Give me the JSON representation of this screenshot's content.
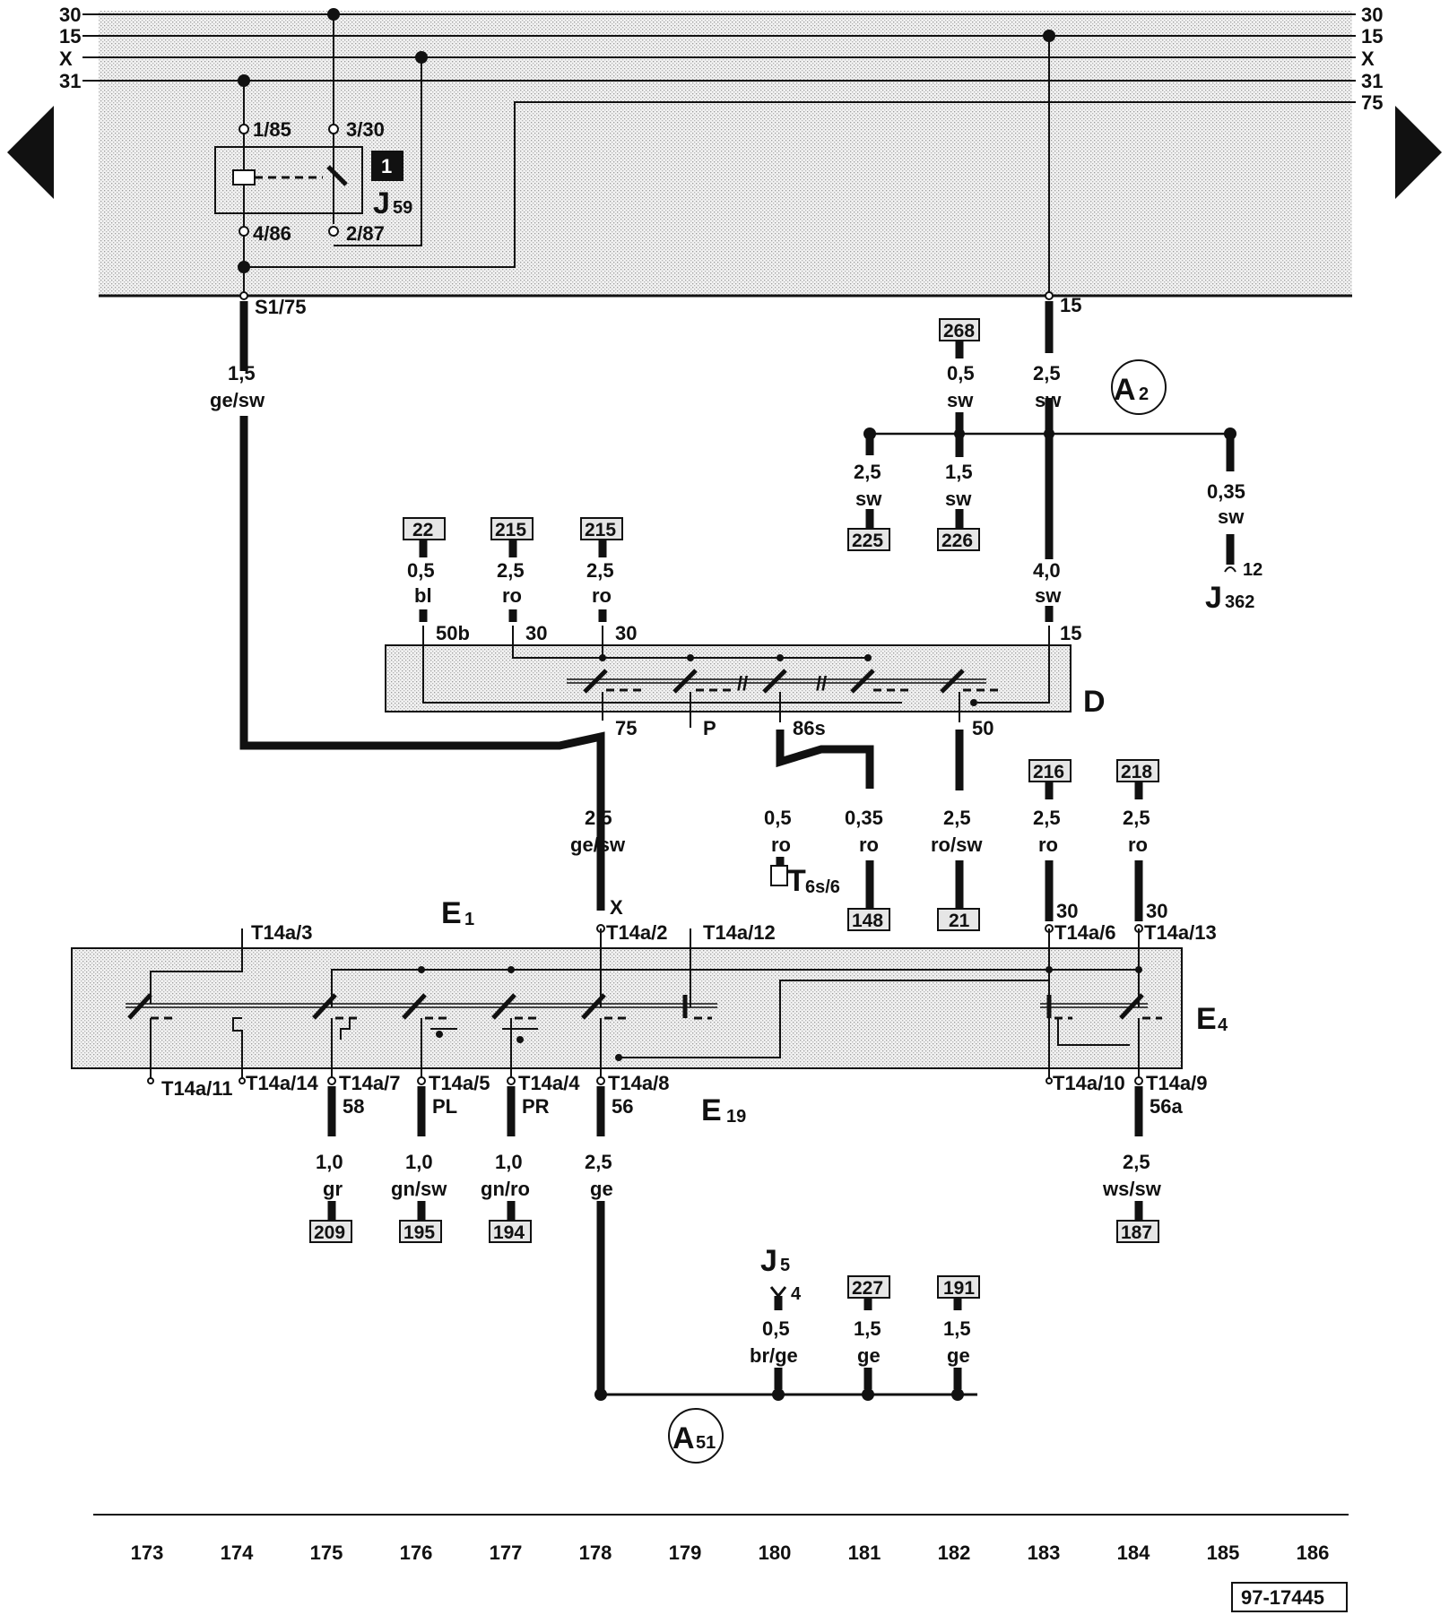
{
  "bus": {
    "left": [
      "30",
      "15",
      "X",
      "31"
    ],
    "right": [
      "30",
      "15",
      "X",
      "31",
      "75"
    ]
  },
  "relay_j59": {
    "badge": "1",
    "name": "J",
    "sub": "59",
    "pins": [
      "1/85",
      "3/30",
      "4/86",
      "2/87"
    ],
    "out_terminals": [
      "S1/75",
      "15"
    ]
  },
  "wires": {
    "w_s175": [
      "1,5",
      "ge/sw"
    ],
    "w_268": [
      "0,5",
      "sw"
    ],
    "w_15": [
      "2,5",
      "sw"
    ],
    "w_225": [
      "2,5",
      "sw"
    ],
    "w_226": [
      "1,5",
      "sw"
    ],
    "w_j362": [
      "0,35",
      "sw"
    ],
    "w_d15": [
      "4,0",
      "sw"
    ],
    "w_22": [
      "0,5",
      "bl"
    ],
    "w_215a": [
      "2,5",
      "ro"
    ],
    "w_215b": [
      "2,5",
      "ro"
    ],
    "w_75": [
      "2,5",
      "ge/sw"
    ],
    "w_86s_a": [
      "0,5",
      "ro"
    ],
    "w_86s_b": [
      "0,35",
      "ro"
    ],
    "w_50": [
      "2,5",
      "ro/sw"
    ],
    "w_216": [
      "2,5",
      "ro"
    ],
    "w_218": [
      "2,5",
      "ro"
    ],
    "w_58": [
      "1,0",
      "gr"
    ],
    "w_pl": [
      "1,0",
      "gn/sw"
    ],
    "w_pr": [
      "1,0",
      "gn/ro"
    ],
    "w_56": [
      "2,5",
      "ge"
    ],
    "w_56a": [
      "2,5",
      "ws/sw"
    ],
    "w_j5": [
      "0,5",
      "br/ge"
    ],
    "w_227": [
      "1,5",
      "ge"
    ],
    "w_191": [
      "1,5",
      "ge"
    ]
  },
  "refs": {
    "r268": "268",
    "r225": "225",
    "r226": "226",
    "r22": "22",
    "r215a": "215",
    "r215b": "215",
    "r216": "216",
    "r218": "218",
    "r148": "148",
    "r21": "21",
    "r209": "209",
    "r195": "195",
    "r194": "194",
    "r187": "187",
    "r227": "227",
    "r191": "191"
  },
  "connectors": {
    "a2": {
      "main": "A",
      "sub": "2"
    },
    "a51": {
      "main": "A",
      "sub": "51"
    },
    "j362": {
      "main": "J",
      "sub": "362",
      "pin": "12"
    },
    "j5": {
      "main": "J",
      "sub": "5",
      "pin": "4"
    },
    "t6s": {
      "main": "T",
      "sub": "6s/6"
    }
  },
  "switch_d": {
    "label": "D",
    "top_terms": [
      "50b",
      "30",
      "30",
      "15"
    ],
    "bottom_terms": [
      "75",
      "P",
      "86s",
      "50"
    ]
  },
  "switch_e1": {
    "labels": {
      "e1": "E",
      "e1_sub": "1",
      "e4": "E",
      "e4_sub": "4",
      "e19": "E",
      "e19_sub": "19"
    },
    "top_terms": [
      "T14a/3",
      "X",
      "T14a/2",
      "T14a/12",
      "30",
      "T14a/6",
      "30",
      "T14a/13"
    ],
    "bottom_terms": [
      "T14a/11",
      "T14a/14",
      "T14a/7",
      "T14a/5",
      "T14a/4",
      "T14a/8",
      "T14a/10",
      "T14a/9"
    ],
    "bottom_funcs": [
      "58",
      "PL",
      "PR",
      "56",
      "56a"
    ]
  },
  "grid": [
    "173",
    "174",
    "175",
    "176",
    "177",
    "178",
    "179",
    "180",
    "181",
    "182",
    "183",
    "184",
    "185",
    "186"
  ],
  "doc_id": "97-17445"
}
